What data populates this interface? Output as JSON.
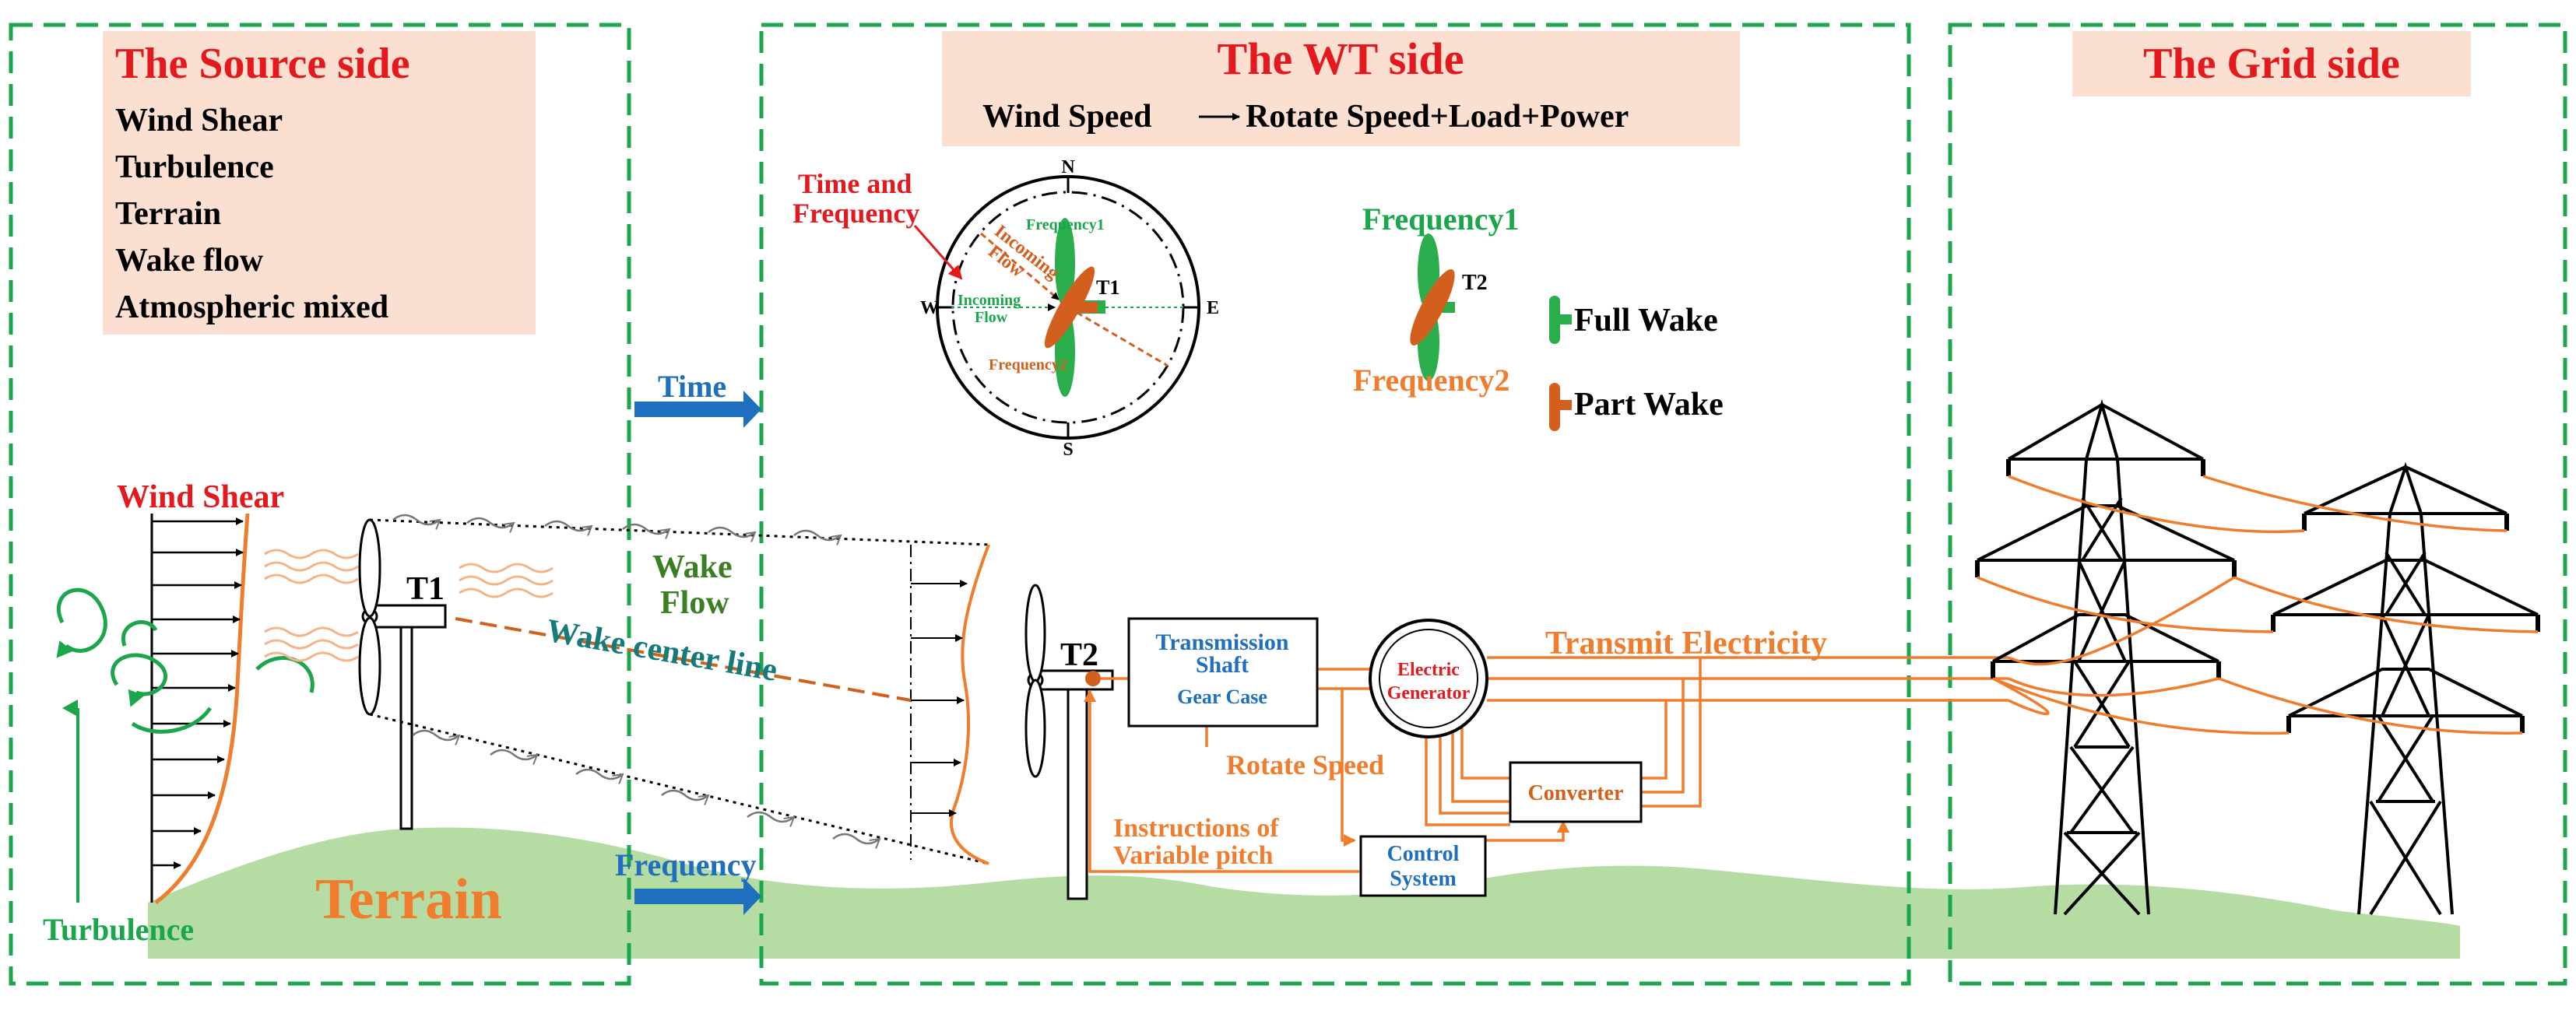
{
  "panels": {
    "source": {
      "title": "The Source side",
      "items": [
        "Wind Shear",
        "Turbulence",
        "Terrain",
        "Wake flow",
        "Atmospheric mixed"
      ]
    },
    "wt": {
      "title": "The WT side",
      "subtitle_left": "Wind Speed",
      "subtitle_right": "Rotate Speed+Load+Power"
    },
    "grid": {
      "title": "The Grid side"
    }
  },
  "arrows": {
    "time": "Time",
    "frequency": "Frequency"
  },
  "source_labels": {
    "wind_shear": "Wind Shear",
    "turbulence": "Turbulence",
    "terrain": "Terrain",
    "t1": "T1",
    "wake_flow_line1": "Wake",
    "wake_flow_line2": "Flow",
    "wake_center_line": "Wake center line"
  },
  "compass": {
    "north": "N",
    "south": "S",
    "east": "E",
    "west": "W",
    "time_freq_line1": "Time and",
    "time_freq_line2": "Frequency",
    "frequency1": "Frequency1",
    "frequency2": "Frequency2",
    "incoming_flow_rotated_line1": "Incoming",
    "incoming_flow_rotated_line2": "Flow",
    "incoming_flow_line1": "Incoming",
    "incoming_flow_line2": "Flow",
    "t1": "T1"
  },
  "legend": {
    "frequency1": "Frequency1",
    "frequency2": "Frequency2",
    "t2": "T2",
    "full_wake": "Full Wake",
    "part_wake": "Part Wake"
  },
  "drivetrain": {
    "t2": "T2",
    "transmission_line1": "Transmission",
    "transmission_line2": "Shaft",
    "gear_case": "Gear Case",
    "generator_line1": "Electric",
    "generator_line2": "Generator",
    "converter": "Converter",
    "control_line1": "Control",
    "control_line2": "System",
    "rotate_speed": "Rotate Speed",
    "pitch_line1": "Instructions of",
    "pitch_line2": "Variable pitch",
    "transmit": "Transmit Electricity"
  },
  "colors": {
    "frame_green": "#1aa64a",
    "panel_fill": "#fbe0d2",
    "title_red": "#e4191d",
    "orange": "#ef7d2d",
    "dark_orange": "#d0601a",
    "blade_green": "#2aae4c",
    "blade_orange": "#d35f1f",
    "terrain_green": "#b5dca3",
    "blue": "#1f6fbf",
    "teal": "#167a7a",
    "dark_green": "#3a7f23"
  }
}
